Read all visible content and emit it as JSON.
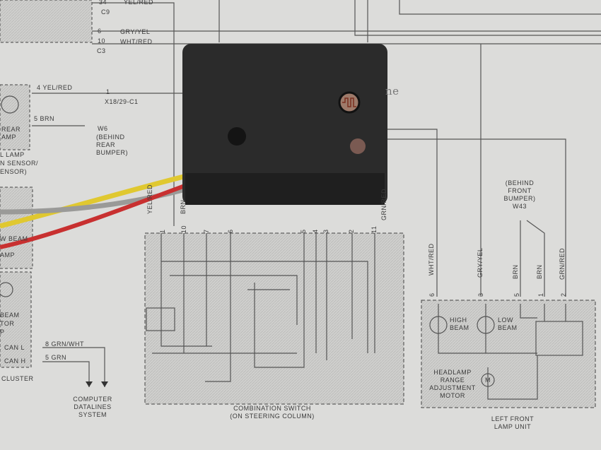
{
  "top_connectors": {
    "pin34": "34",
    "wire1": "YEL/RED",
    "c9": "C9",
    "pin6": "6",
    "wire2": "GRY/YEL",
    "pin10": "10",
    "wire3": "WHT/RED",
    "c3": "C3"
  },
  "rear": {
    "pin4": "4  YEL/RED",
    "pin1": "1",
    "x18": "X18/29-C1",
    "pin5": "5  BRN",
    "w6": "W6",
    "behind": "(BEHIND",
    "rear": "REAR",
    "bumper": "BUMPER)",
    "lamp1": "REAR",
    "lamp2": "AMP",
    "lamp3": "L LAMP",
    "lamp4": "N SENSOR/",
    "lamp5": "ENSOR)"
  },
  "cluster": {
    "beam": "W BEAM",
    "amp": "AMP",
    "beam2": "BEAM",
    "tor": "TOR",
    "p": "P",
    "canl": "CAN L",
    "canh": "CAN H",
    "label": "CLUSTER",
    "w8": "8  GRN/WHT",
    "w5": "5  GRN",
    "computer": "COMPUTER",
    "datalines": "DATALINES",
    "system": "SYSTEM"
  },
  "switch": {
    "title": "COMBINATION SWITCH",
    "subtitle": "(ON STEERING COLUMN)",
    "pins": [
      "1",
      "10",
      "7",
      "6",
      "5",
      "4",
      "3",
      "2",
      "11"
    ],
    "wires": [
      "YEL/RED",
      "BRN",
      "GRN/RED"
    ]
  },
  "front": {
    "behind": "(BEHIND",
    "front": "FRONT",
    "bumper": "BUMPER)",
    "w43": "W43",
    "wires": [
      "WHT/RED",
      "GRY/YEL",
      "BRN",
      "BRN",
      "GRN/RED"
    ],
    "pins": [
      "6",
      "3",
      "5",
      "1",
      "2"
    ],
    "high": "HIGH",
    "highb": "BEAM",
    "low": "LOW",
    "lowb": "BEAM",
    "m": "M",
    "motor1": "HEADLAMP",
    "motor2": "RANGE",
    "motor3": "ADJUSTMENT",
    "motor4": "MOTOR",
    "unit1": "LEFT FRONT",
    "unit2": "LAMP UNIT"
  },
  "handwriting": "ne"
}
